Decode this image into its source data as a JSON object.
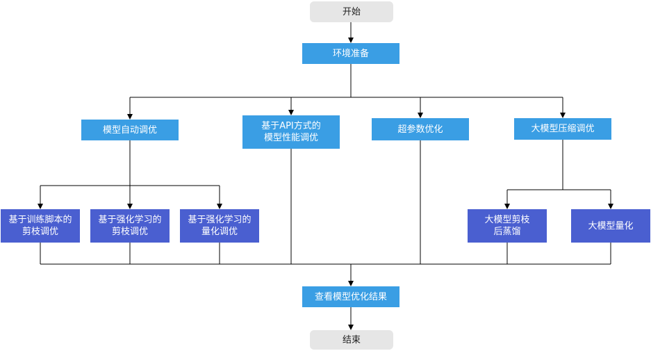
{
  "colors": {
    "terminal": "#e6e6e6",
    "stage": "#3a9ee4",
    "method": "#4a5fd0",
    "connector": "#000000"
  },
  "nodes": {
    "start": "开始",
    "env_prep": "环境准备",
    "auto_tune": "模型自动调优",
    "api_tune": "基于API方式的\n模型性能调优",
    "hyperparam": "超参数优化",
    "llm_compress": "大模型压缩调优",
    "script_prune": "基于训练脚本的\n剪枝调优",
    "rl_prune": "基于强化学习的\n剪枝调优",
    "rl_quant": "基于强化学习的\n量化调优",
    "llm_prune_distill": "大模型剪枝\n后蒸馏",
    "llm_quant": "大模型量化",
    "view_result": "查看模型优化结果",
    "end": "结束"
  }
}
